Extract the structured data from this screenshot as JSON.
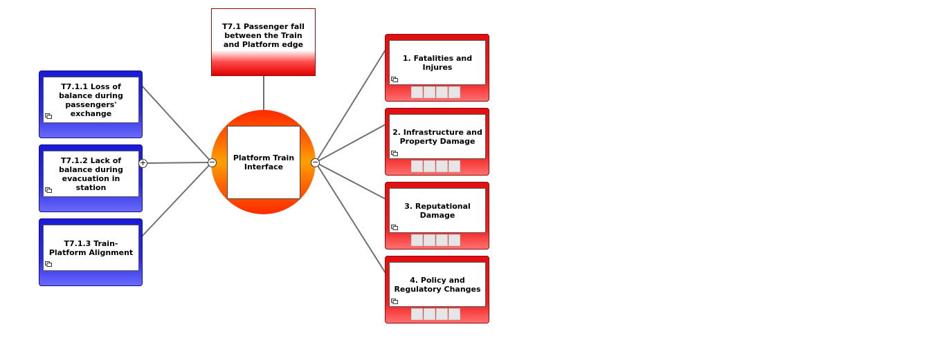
{
  "top_event": {
    "label": "T7.1 Passenger fall between the Train and Platform edge"
  },
  "hazard": {
    "label": "Platform Train Interface"
  },
  "threats": [
    {
      "label": "T7.1.1 Loss of balance during passengers' exchange"
    },
    {
      "label": "T7.1.2 Lack of balance during evacuation in station"
    },
    {
      "label": "T7.1.3 Train-Platform Alignment"
    }
  ],
  "consequences": [
    {
      "label": "1. Fatalities and Injures"
    },
    {
      "label": "2. Infrastructure and Property Damage"
    },
    {
      "label": "3. Reputational Damage"
    },
    {
      "label": "4. Policy and Regulatory Changes"
    }
  ],
  "toggles": {
    "collapse": "−",
    "expand": "+"
  },
  "colors": {
    "threat": "#2222e0",
    "consequence": "#e81818",
    "hazard": "#ff8c00",
    "connector": "#707070"
  },
  "icons": {
    "document": "document-icon"
  }
}
